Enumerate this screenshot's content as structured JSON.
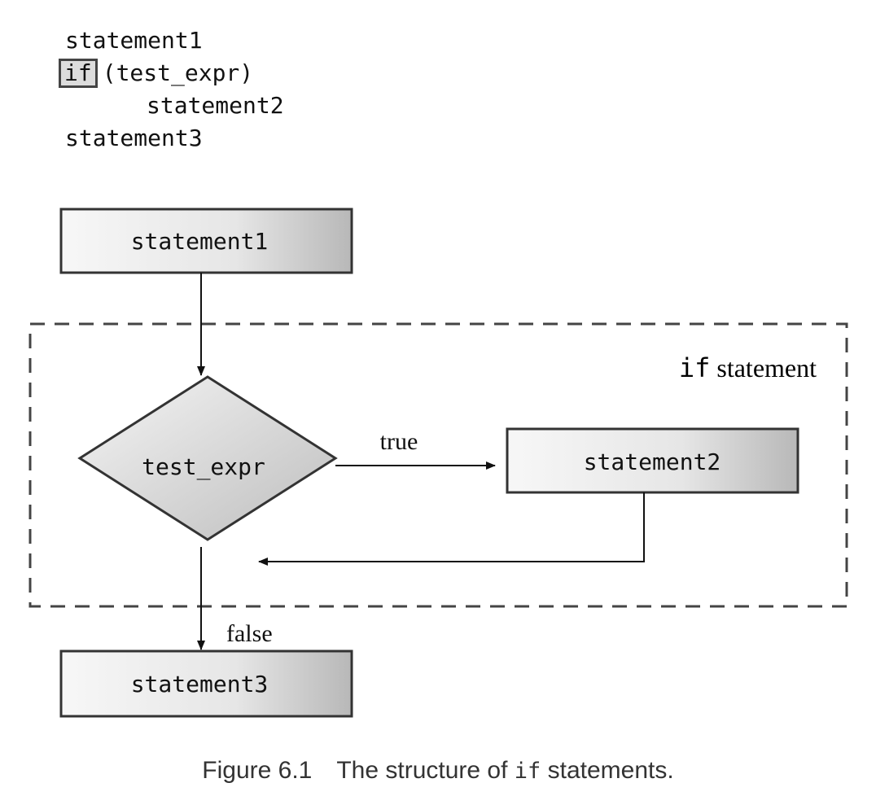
{
  "code_snippet": {
    "line1": "statement1",
    "line2_keyword": "if",
    "line2_rest": "(test_expr)",
    "line3": "statement2",
    "line4": "statement3"
  },
  "diagram": {
    "box_statement1": "statement1",
    "decision": "test_expr",
    "box_statement2": "statement2",
    "box_statement3": "statement3",
    "label_true": "true",
    "label_false": "false",
    "region_keyword": "if",
    "region_label": "statement"
  },
  "caption": {
    "figure_number": "Figure 6.1",
    "text_before": "The structure of",
    "code": "if",
    "text_after": "statements."
  }
}
